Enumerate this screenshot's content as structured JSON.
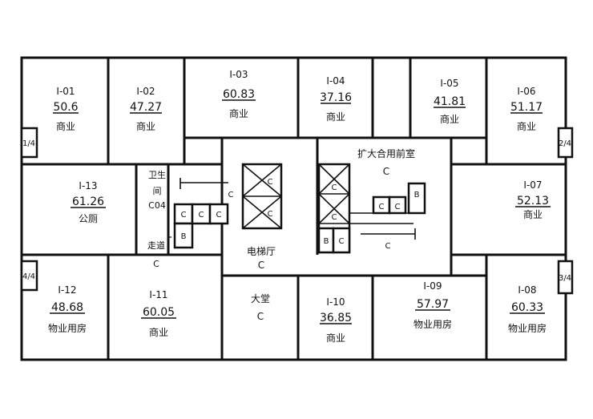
{
  "units": [
    {
      "id": "I-01",
      "area": "50.6",
      "use": "商业"
    },
    {
      "id": "I-02",
      "area": "47.27",
      "use": "商业"
    },
    {
      "id": "I-03",
      "area": "60.83",
      "use": "商业"
    },
    {
      "id": "I-04",
      "area": "37.16",
      "use": "商业"
    },
    {
      "id": "I-05",
      "area": "41.81",
      "use": "商业"
    },
    {
      "id": "I-06",
      "area": "51.17",
      "use": "商业"
    },
    {
      "id": "I-07",
      "area": "52.13",
      "use": "商业"
    },
    {
      "id": "I-08",
      "area": "60.33",
      "use": "物业用房"
    },
    {
      "id": "I-09",
      "area": "57.97",
      "use": "物业用房"
    },
    {
      "id": "I-10",
      "area": "36.85",
      "use": "商业"
    },
    {
      "id": "I-11",
      "area": "60.05",
      "use": "商业"
    },
    {
      "id": "I-12",
      "area": "48.68",
      "use": "物业用房"
    },
    {
      "id": "I-13",
      "area": "61.26",
      "use": "公厕"
    }
  ],
  "spaces": {
    "elevator_hall": {
      "name": "电梯厅",
      "code": "C"
    },
    "lobby": {
      "name": "大堂",
      "code": "C"
    },
    "front_room": {
      "name": "扩大合用前室",
      "code": "C"
    },
    "toilet": {
      "line1": "卫生",
      "line2": "间",
      "code": "C04"
    },
    "corridor": {
      "line1": "走道",
      "code": "C"
    }
  },
  "marks": {
    "c": "C",
    "b": "B",
    "quarter": "1/4",
    "half": "2/4",
    "three_q": "3/4",
    "four_q": "4/4"
  }
}
